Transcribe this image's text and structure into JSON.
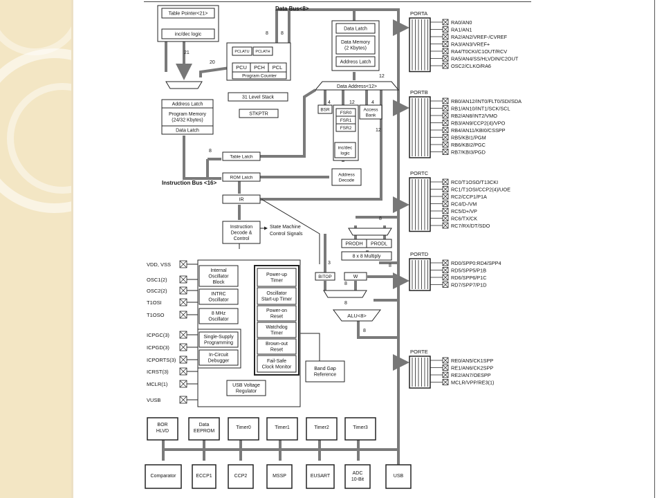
{
  "blocks": {
    "table_pointer": "Table Pointer<21>",
    "incdec_logic_tp": "inc/dec logic",
    "address_latch_pm": "Address Latch",
    "program_memory": [
      "Program Memory",
      "(24/32 Kbytes)"
    ],
    "data_latch_pm": "Data Latch",
    "pclatu": "PCLATU",
    "pclath": "PCLATH",
    "pcu": "PCU",
    "pch": "PCH",
    "pcl": "PCL",
    "program_counter": "Program Counter",
    "level_stack": "31 Level Stack",
    "stkptr": "STKPTR",
    "data_latch_dm": "Data Latch",
    "data_memory": [
      "Data Memory",
      "(2 Kbytes)"
    ],
    "address_latch_dm": "Address Latch",
    "data_address": "Data Address<12>",
    "bsr": "BSR",
    "fsr0": "FSR0",
    "fsr1": "FSR1",
    "fsr2": "FSR2",
    "incdec_logic_fsr": [
      "inc/dec",
      "logic"
    ],
    "access_bank": [
      "Access",
      "Bank"
    ],
    "table_latch": "Table Latch",
    "rom_latch": "ROM Latch",
    "address_decode": [
      "Address",
      "Decode"
    ],
    "ir": "IR",
    "instruction_decode": [
      "Instruction",
      "Decode &",
      "Control"
    ],
    "state_machine": [
      "State Machine",
      "Control Signals"
    ],
    "prodh": "PRODH",
    "prodl": "PRODL",
    "multiply": "8 x 8 Multiply",
    "bitop": "BITOP",
    "w_reg": "W",
    "alu": "ALU<8>",
    "internal_osc": [
      "Internal",
      "Oscillator",
      "Block"
    ],
    "intrc": [
      "INTRC",
      "Oscillator"
    ],
    "mhz_osc": [
      "8 MHz",
      "Oscillator"
    ],
    "single_supply": [
      "Single-Supply",
      "Programming"
    ],
    "icd": [
      "In-Circuit",
      "Debugger"
    ],
    "power_up": [
      "Power-up",
      "Timer"
    ],
    "osc_startup": [
      "Oscillator",
      "Start-up Timer"
    ],
    "power_on": [
      "Power-on",
      "Reset"
    ],
    "watchdog": [
      "Watchdog",
      "Timer"
    ],
    "brownout": [
      "Brown-out",
      "Reset"
    ],
    "failsafe": [
      "Fail-Safe",
      "Clock Monitor"
    ],
    "usb_vreg": [
      "USB Voltage",
      "Regulator"
    ],
    "band_gap": [
      "Band Gap",
      "Reference"
    ]
  },
  "buses": {
    "data_bus": "Data Bus<8>",
    "instruction_bus": "Instruction Bus <16>"
  },
  "bus_widths": {
    "w21": "21",
    "w20": "20",
    "w8a": "8",
    "w8b": "8",
    "w12a": "12",
    "w12b": "12",
    "w4a": "4",
    "w4b": "4",
    "w12c": "12",
    "w8c": "8",
    "w8d": "8",
    "w3": "3",
    "w8e": "8",
    "w8f": "8",
    "w8g": "8",
    "w8h": "8"
  },
  "control_pins": [
    "VDD, VSS",
    "OSC1(2)",
    "OSC2(2)",
    "T1OSI",
    "T1OSO",
    "ICPGC(3)",
    "ICPGD(3)",
    "ICPORTS(3)",
    "ICRST(3)",
    "MCLR(1)",
    "VUSB"
  ],
  "ports": [
    {
      "name": "PORTA",
      "pins": [
        "RA0/AN0",
        "RA1/AN1",
        "RA2/AN2/VREF-/CVREF",
        "RA3/AN3/VREF+",
        "RA4/T0CKI/C1OUT/RCV",
        "RA5/AN4/SS/HLVDIN/C2OUT",
        "OSC2/CLKO/RA6"
      ]
    },
    {
      "name": "PORTB",
      "pins": [
        "RB0/AN12/INT0/FLT0/SDI/SDA",
        "RB1/AN10/INT1/SCK/SCL",
        "RB2/AN8/INT2/VMO",
        "RB3/AN9/CCP2(4)/VPO",
        "RB4/AN11/KBI0/CSSPP",
        "RB5/KBI1/PGM",
        "RB6/KBI2/PGC",
        "RB7/KBI3/PGD"
      ]
    },
    {
      "name": "PORTC",
      "pins": [
        "RC0/T1OSO/T13CKI",
        "RC1/T1OSI/CCP2(4)/UOE",
        "RC2/CCP1/P1A",
        "RC4/D-/VM",
        "RC5/D+/VP",
        "RC6/TX/CK",
        "RC7/RX/DT/SDO"
      ]
    },
    {
      "name": "PORTD",
      "pins": [
        "RD0/SPP0:RD4/SPP4",
        "RD5/SPP5/P1B",
        "RD6/SPP6/P1C",
        "RD7/SPP7/P1D"
      ]
    },
    {
      "name": "PORTE",
      "pins": [
        "RE0/AN5/CK1SPP",
        "RE1/AN6/CK2SPP",
        "RE2/AN7/OESPP",
        "MCLR/VPP/RE3(1)"
      ]
    }
  ],
  "peripherals_top": [
    [
      "BOR",
      "HLVD"
    ],
    [
      "Data",
      "EEPROM"
    ],
    [
      "Timer0"
    ],
    [
      "Timer1"
    ],
    [
      "Timer2"
    ],
    [
      "Timer3"
    ]
  ],
  "peripherals_bottom": [
    [
      "Comparator"
    ],
    [
      "ECCP1"
    ],
    [
      "CCP2"
    ],
    [
      "MSSP"
    ],
    [
      "EUSART"
    ],
    [
      "ADC",
      "10-Bit"
    ],
    [
      "USB"
    ]
  ],
  "colors": {
    "bus": "#7a7a7a",
    "line": "#222222",
    "background_band": "#f3e6c4"
  }
}
